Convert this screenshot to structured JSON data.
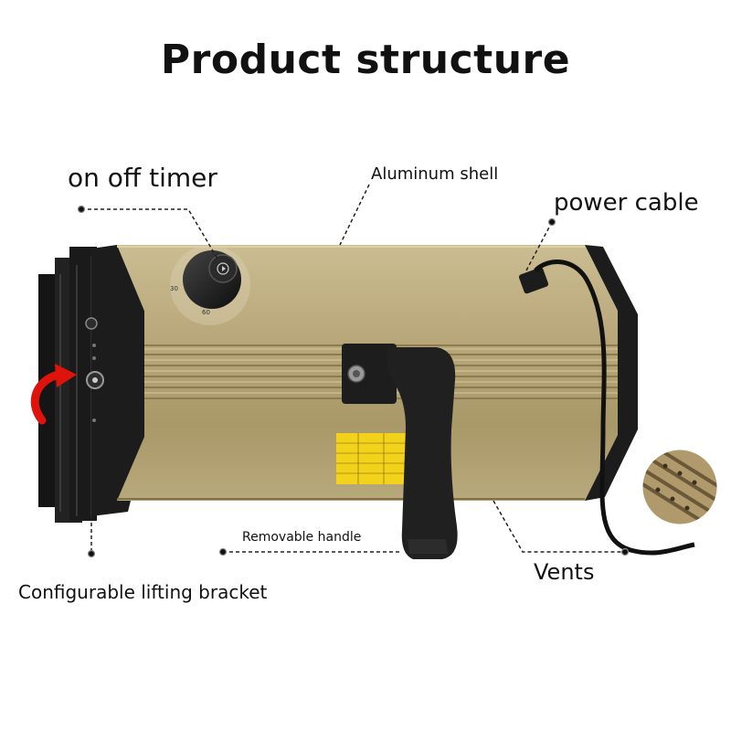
{
  "title": "Product structure",
  "labels": {
    "timer": "on off timer",
    "shell": "Aluminum shell",
    "cable": "power cable",
    "handle": "Removable handle",
    "vents": "Vents",
    "bracket": "Configurable lifting bracket"
  },
  "colors": {
    "shell": "#b8a77a",
    "shell_dark": "#8f8058",
    "end_cap": "#1c1c1c",
    "arrow": "#e0120c",
    "plate": "#f2d21a"
  }
}
